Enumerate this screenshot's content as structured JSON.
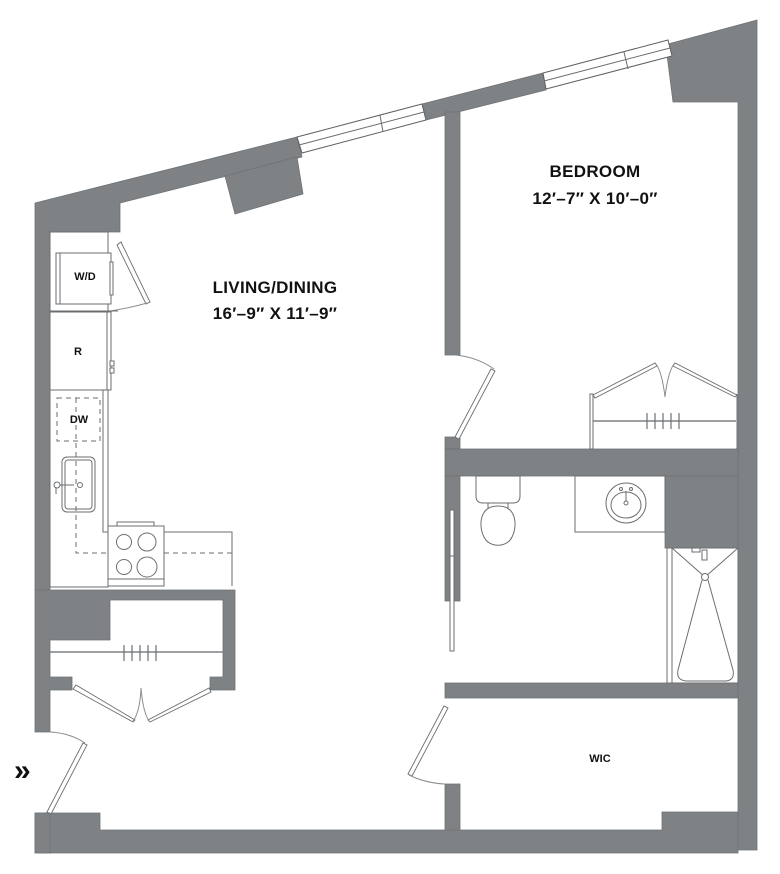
{
  "floor_plan": {
    "colors": {
      "wall": "#7f8285",
      "background": "#ffffff",
      "fixture_line": "#6b6e71",
      "label_text": "#111111"
    },
    "rooms": [
      {
        "id": "living_dining",
        "name": "LIVING/DINING",
        "dimensions": "16′–9″ X 11′–9″"
      },
      {
        "id": "bedroom",
        "name": "BEDROOM",
        "dimensions": "12′–7″ X 10′–0″"
      },
      {
        "id": "wic",
        "name": "WIC"
      }
    ],
    "appliances": {
      "washer_dryer": "W/D",
      "refrigerator": "R",
      "dishwasher": "DW"
    },
    "entry_marker": "»"
  }
}
